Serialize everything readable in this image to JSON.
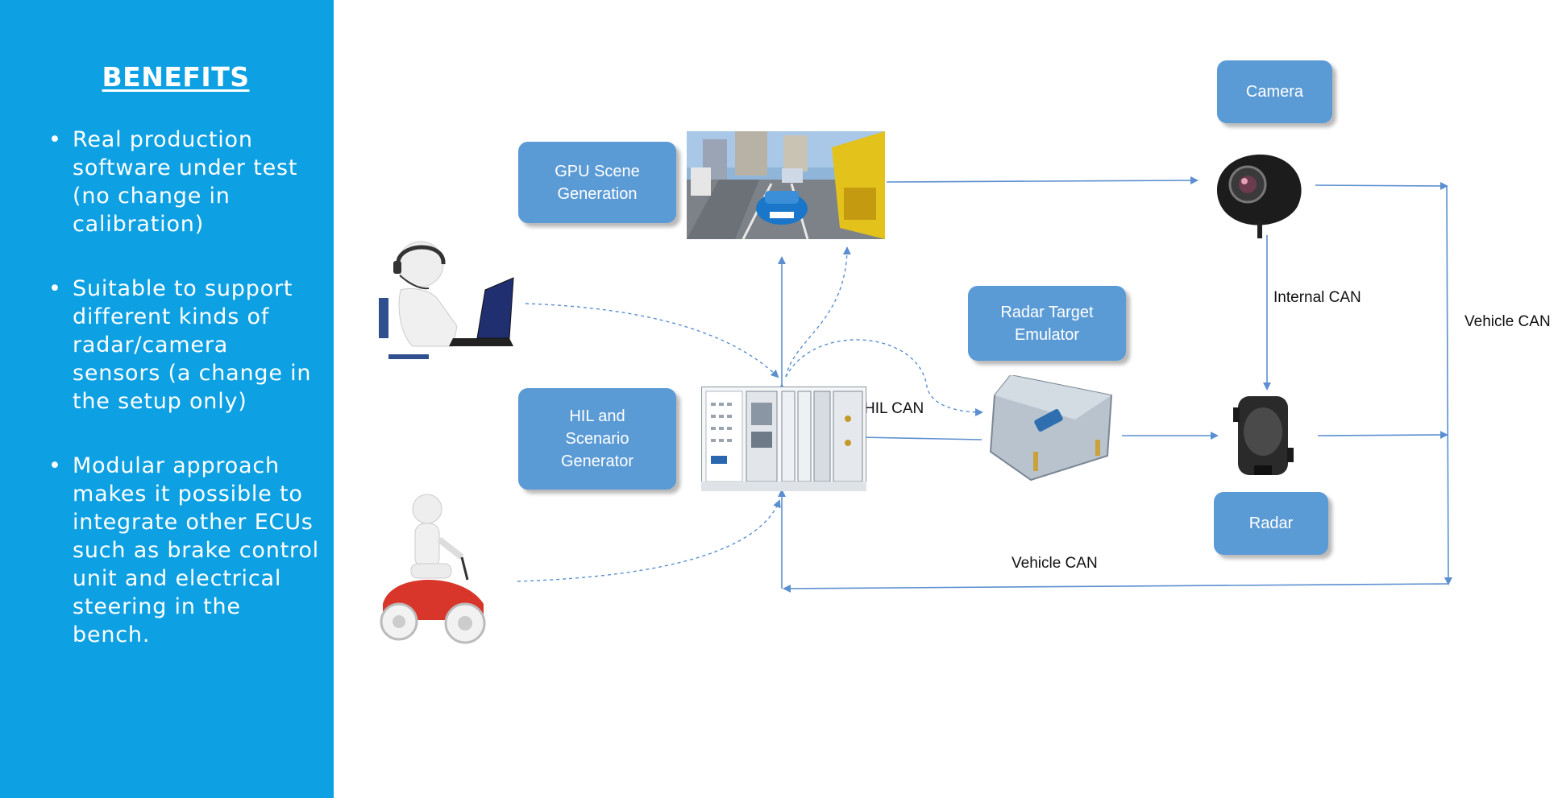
{
  "sidebar": {
    "title": "BENEFITS",
    "bullet_char": "•",
    "items": [
      "Real production software under test (no change in calibration)",
      "Suitable to support different kinds of radar/camera sensors (a change in the setup only)",
      "Modular approach makes it possible to integrate other ECUs such as brake control unit and electrical steering in the bench."
    ]
  },
  "diagram": {
    "boxes": {
      "gpu": "GPU Scene\nGeneration",
      "hil": "HIL and\nScenario\nGenerator",
      "radar_emulator": "Radar Target\nEmulator",
      "camera": "Camera",
      "radar": "Radar"
    },
    "labels": {
      "hil_can": "HIL CAN",
      "internal_can": "Internal CAN",
      "vehicle_can_right": "Vehicle CAN",
      "vehicle_can_bottom": "Vehicle CAN"
    },
    "colors": {
      "sidebar": "#0da0e2",
      "box": "#5b9bd5",
      "arrow": "#5b8fd0"
    }
  }
}
